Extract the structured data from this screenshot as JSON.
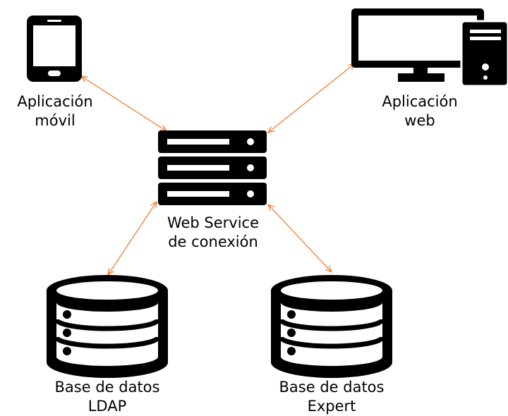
{
  "nodes": {
    "mobile_app": {
      "line1": "Aplicación",
      "line2": "móvil",
      "icon": "smartphone-icon"
    },
    "web_app": {
      "line1": "Aplicación",
      "line2": "web",
      "icon": "desktop-computer-icon"
    },
    "web_service": {
      "line1": "Web Service",
      "line2": "de conexión",
      "icon": "server-icon"
    },
    "ldap_db": {
      "line1": "Base de datos",
      "line2": "LDAP",
      "icon": "database-icon"
    },
    "expert_db": {
      "line1": "Base de datos",
      "line2": "Expert",
      "icon": "database-icon"
    }
  },
  "connections": [
    {
      "from": "mobile_app",
      "to": "web_service",
      "style": "bidirectional-arrow"
    },
    {
      "from": "web_app",
      "to": "web_service",
      "style": "bidirectional-arrow"
    },
    {
      "from": "ldap_db",
      "to": "web_service",
      "style": "bidirectional-arrow"
    },
    {
      "from": "expert_db",
      "to": "web_service",
      "style": "bidirectional-arrow"
    }
  ],
  "colors": {
    "icon": "#000000",
    "arrow": "#ED7D31",
    "text": "#000000",
    "background": "#FFFFFF"
  }
}
